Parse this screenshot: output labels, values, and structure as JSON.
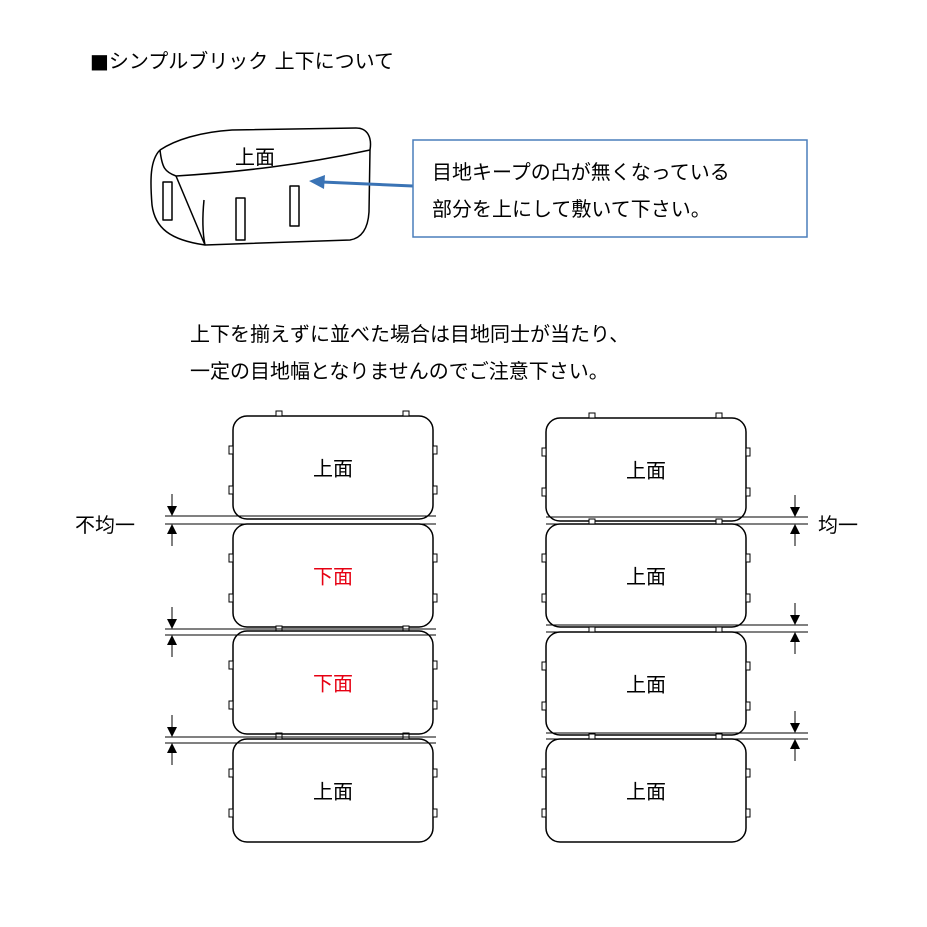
{
  "title": "■シンプルブリック 上下について",
  "illustration": {
    "brick_label": "上面",
    "callout_lines": [
      "目地キープの凸が無くなっている",
      "部分を上にして敷いて下さい。"
    ]
  },
  "note_lines": [
    "上下を揃えずに並べた場合は目地同士が当たり、",
    "一定の目地幅となりませんのでご注意下さい。"
  ],
  "left_column": {
    "gap_label": "不均一",
    "bricks": [
      "上面",
      "下面",
      "下面",
      "上面"
    ]
  },
  "right_column": {
    "gap_label": "均一",
    "bricks": [
      "上面",
      "上面",
      "上面",
      "上面"
    ]
  },
  "colors": {
    "callout_border": "#4a7ebb",
    "arrow": "#3a73b5",
    "bottom_face_text": "#e60012",
    "line": "#000000"
  }
}
